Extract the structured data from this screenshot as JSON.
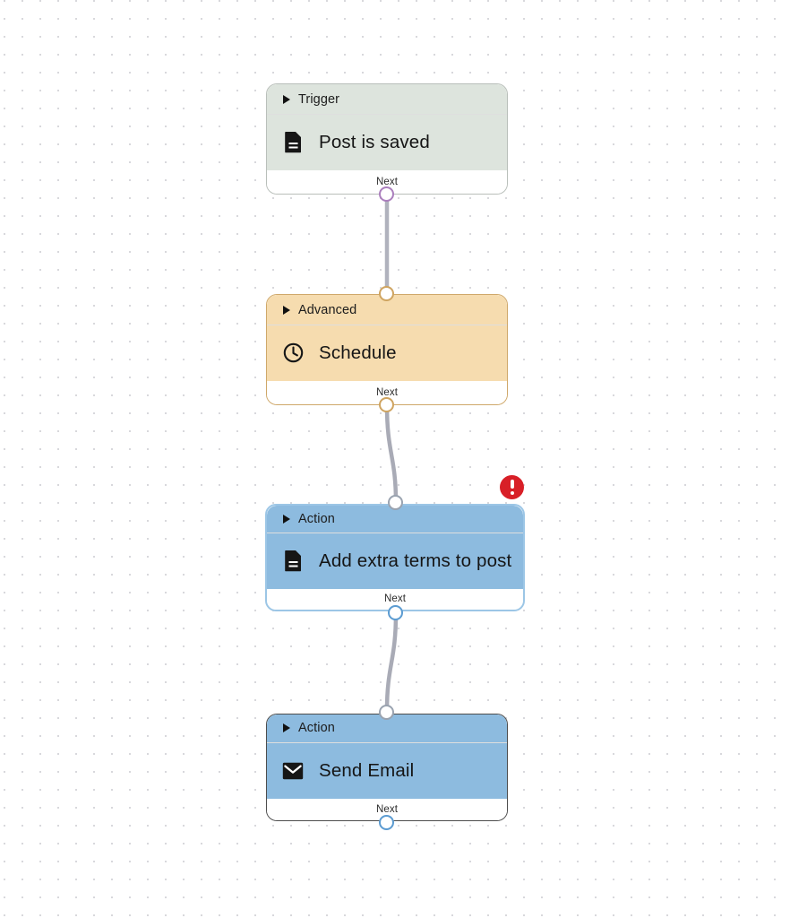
{
  "canvas": {
    "grid": "dotted",
    "background_color": "#ffffff",
    "dot_color": "#d8d8dc"
  },
  "nodes": [
    {
      "id": "trigger-post-is-saved",
      "category_label": "Trigger",
      "title": "Post is saved",
      "footer_label": "Next",
      "icon": "document-icon",
      "color": "#dde4dd",
      "border_color": "#b9bfba",
      "selected": false,
      "has_error": false
    },
    {
      "id": "advanced-schedule",
      "category_label": "Advanced",
      "title": "Schedule",
      "footer_label": "Next",
      "icon": "clock-icon",
      "color": "#f6dcaf",
      "border_color": "#cfa86a",
      "selected": false,
      "has_error": false
    },
    {
      "id": "action-add-extra-terms-to-post",
      "category_label": "Action",
      "title": "Add extra terms to post",
      "footer_label": "Next",
      "icon": "document-icon",
      "color": "#8dbbdf",
      "border_color": "#9cc6e6",
      "selected": true,
      "has_error": true
    },
    {
      "id": "action-send-email",
      "category_label": "Action",
      "title": "Send Email",
      "footer_label": "Next",
      "icon": "envelope-icon",
      "color": "#8dbbdf",
      "border_color": "#4d4d4d",
      "selected": false,
      "has_error": false
    }
  ],
  "error_badge": {
    "icon": "exclamation-icon",
    "color": "#d81f27"
  },
  "edges": [
    {
      "from": "trigger-post-is-saved",
      "to": "advanced-schedule",
      "style": "straight"
    },
    {
      "from": "advanced-schedule",
      "to": "action-add-extra-terms-to-post",
      "style": "curved"
    },
    {
      "from": "action-add-extra-terms-to-post",
      "to": "action-send-email",
      "style": "curved"
    }
  ],
  "ports": [
    {
      "node": "trigger-post-is-saved",
      "side": "bottom",
      "color": "#ab7fbd"
    },
    {
      "node": "advanced-schedule",
      "side": "top",
      "color": "#cfa460"
    },
    {
      "node": "advanced-schedule",
      "side": "bottom",
      "color": "#cfa460"
    },
    {
      "node": "action-add-extra-terms-to-post",
      "side": "top",
      "color": "#9aa3b0"
    },
    {
      "node": "action-add-extra-terms-to-post",
      "side": "bottom",
      "color": "#5b9bd1"
    },
    {
      "node": "action-send-email",
      "side": "top",
      "color": "#9aa3b0"
    },
    {
      "node": "action-send-email",
      "side": "bottom",
      "color": "#5b9bd1"
    }
  ]
}
